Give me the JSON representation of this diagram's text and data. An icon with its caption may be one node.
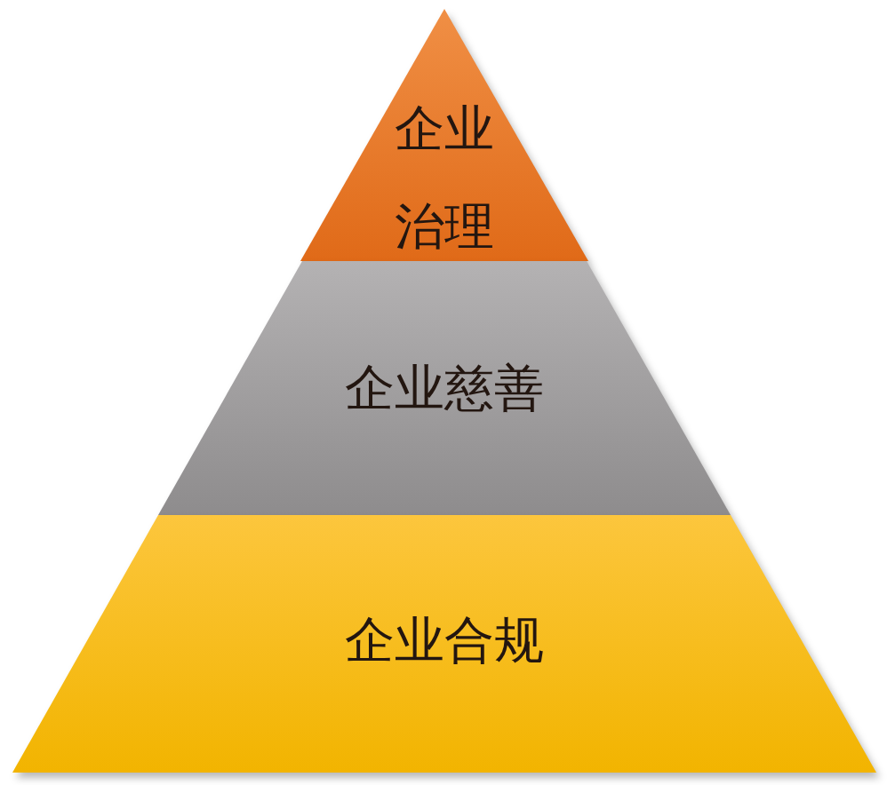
{
  "diagram": {
    "nodes": [
      {
        "text": [
          "企业治理"
        ]
      },
      {
        "text": [
          "企业慈善"
        ]
      },
      {
        "text": [
          "企业合规"
        ]
      }
    ]
  }
}
